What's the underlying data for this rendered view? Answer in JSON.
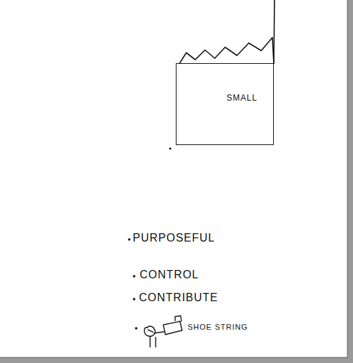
{
  "diagram": {
    "nodes": [
      {
        "text": [
          "SMALL"
        ]
      }
    ],
    "labels": [
      "PURPOSEFUL",
      "CONTROL",
      "CONTRIBUTE",
      "SHOE STRING"
    ]
  }
}
